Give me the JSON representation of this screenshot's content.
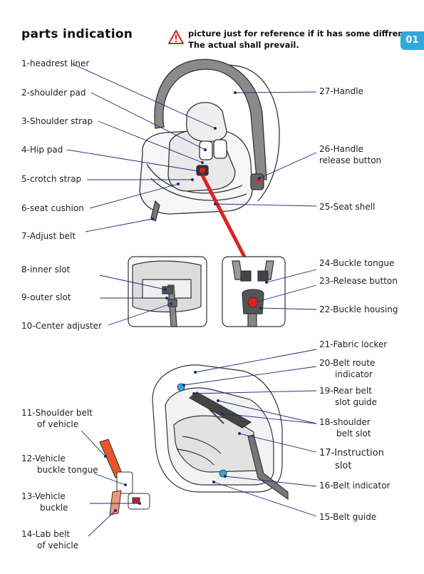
{
  "header": {
    "title": "parts indication",
    "warning_line1": "picture just for reference if it has some diffrence",
    "warning_line2": "The actual shall prevail.",
    "page_number": "01"
  },
  "icons": {
    "warning": "warning-triangle-icon"
  },
  "colors": {
    "accent": "#2fa9dd",
    "warning": "#e02020",
    "leader": "#1f2a7a",
    "strap": "#e8562a",
    "lap_belt": "#e89878"
  },
  "labels": {
    "l1": "1-headrest liner",
    "l2": "2-shoulder pad",
    "l3": "3-Shoulder strap",
    "l4": "4-Hip pad",
    "l5": "5-crotch strap",
    "l6": "6-seat cushion",
    "l7": "7-Adjust belt",
    "l8": "8-inner slot",
    "l9": "9-outer slot",
    "l10": "10-Center adjuster",
    "l11a": "11-Shoulder belt",
    "l11b": "of vehicle",
    "l12a": "12-Vehicle",
    "l12b": "buckle tongue",
    "l13a": "13-Vehicle",
    "l13b": "buckle",
    "l14a": "14-Lab belt",
    "l14b": "of vehicle",
    "l15": "15-Belt guide",
    "l16": "16-Belt indicator",
    "l17a": "17-Instruction",
    "l17b": "slot",
    "l18a": "18-shoulder",
    "l18b": "belt slot",
    "l19a": "19-Rear belt",
    "l19b": "slot guide",
    "l20a": "20-Belt route",
    "l20b": "indicator",
    "l21": "21-Fabric locker",
    "l22": "22-Buckle housing",
    "l23": "23-Release button",
    "l24": "24-Buckle tongue",
    "l25": "25-Seat shell",
    "l26a": "26-Handle",
    "l26b": "release button",
    "l27": "27-Handle"
  }
}
